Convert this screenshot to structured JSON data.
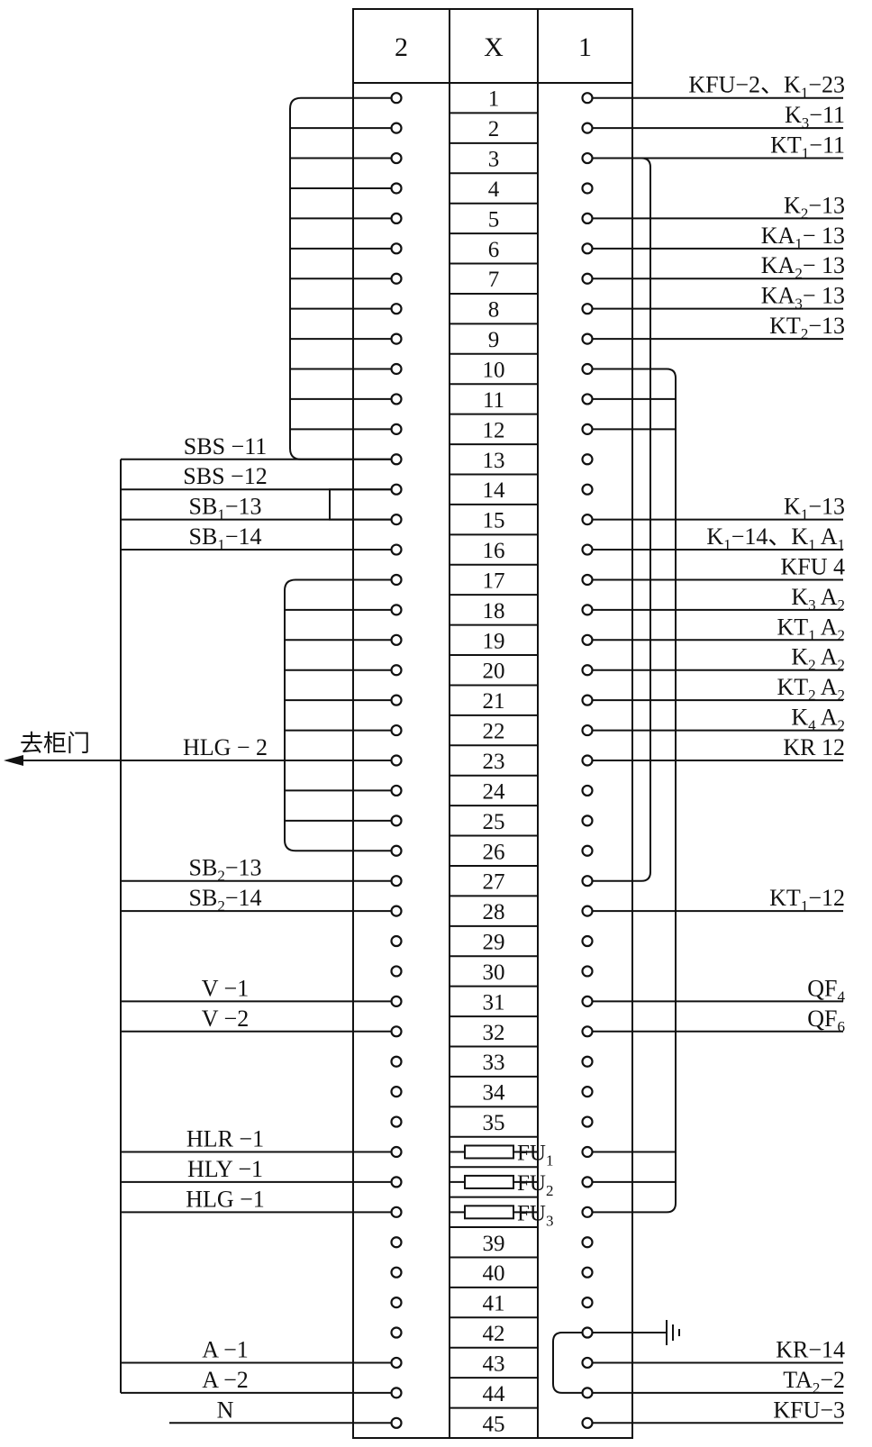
{
  "header": {
    "left": "2",
    "middle": "X",
    "right": "1"
  },
  "rows": [
    {
      "n": "1"
    },
    {
      "n": "2"
    },
    {
      "n": "3"
    },
    {
      "n": "4"
    },
    {
      "n": "5"
    },
    {
      "n": "6"
    },
    {
      "n": "7"
    },
    {
      "n": "8"
    },
    {
      "n": "9"
    },
    {
      "n": "10"
    },
    {
      "n": "11"
    },
    {
      "n": "12"
    },
    {
      "n": "13"
    },
    {
      "n": "14"
    },
    {
      "n": "15"
    },
    {
      "n": "16"
    },
    {
      "n": "17"
    },
    {
      "n": "18"
    },
    {
      "n": "19"
    },
    {
      "n": "20"
    },
    {
      "n": "21"
    },
    {
      "n": "22"
    },
    {
      "n": "23"
    },
    {
      "n": "24"
    },
    {
      "n": "25"
    },
    {
      "n": "26"
    },
    {
      "n": "27"
    },
    {
      "n": "28"
    },
    {
      "n": "29"
    },
    {
      "n": "30"
    },
    {
      "n": "31"
    },
    {
      "n": "32"
    },
    {
      "n": "33"
    },
    {
      "n": "34"
    },
    {
      "n": "35"
    },
    {
      "n": "FU",
      "sub": "1",
      "fuse": true
    },
    {
      "n": "FU",
      "sub": "2",
      "fuse": true
    },
    {
      "n": "FU",
      "sub": "3",
      "fuse": true
    },
    {
      "n": "39"
    },
    {
      "n": "40"
    },
    {
      "n": "41"
    },
    {
      "n": "42"
    },
    {
      "n": "43"
    },
    {
      "n": "44"
    },
    {
      "n": "45"
    }
  ],
  "right_labels": [
    {
      "row": 1,
      "parts": [
        [
          "KFU−2、K",
          ""
        ],
        [
          "1",
          "sub"
        ],
        [
          "−23",
          ""
        ]
      ]
    },
    {
      "row": 2,
      "parts": [
        [
          "K",
          ""
        ],
        [
          "3",
          "sub"
        ],
        [
          "−11",
          ""
        ]
      ]
    },
    {
      "row": 3,
      "parts": [
        [
          "KT",
          ""
        ],
        [
          "1",
          "sub"
        ],
        [
          "−11",
          ""
        ]
      ]
    },
    {
      "row": 5,
      "parts": [
        [
          "K",
          ""
        ],
        [
          "2",
          "sub"
        ],
        [
          "−13",
          ""
        ]
      ]
    },
    {
      "row": 6,
      "parts": [
        [
          "KA",
          ""
        ],
        [
          "1",
          "sub"
        ],
        [
          "− 13",
          ""
        ]
      ]
    },
    {
      "row": 7,
      "parts": [
        [
          "KA",
          ""
        ],
        [
          "2",
          "sub"
        ],
        [
          "− 13",
          ""
        ]
      ]
    },
    {
      "row": 8,
      "parts": [
        [
          "KA",
          ""
        ],
        [
          "3",
          "sub"
        ],
        [
          "− 13",
          ""
        ]
      ]
    },
    {
      "row": 9,
      "parts": [
        [
          "KT",
          ""
        ],
        [
          "2",
          "sub"
        ],
        [
          "−13",
          ""
        ]
      ]
    },
    {
      "row": 15,
      "parts": [
        [
          "K",
          ""
        ],
        [
          "1",
          "sub"
        ],
        [
          "−13",
          ""
        ]
      ]
    },
    {
      "row": 16,
      "parts": [
        [
          "K",
          ""
        ],
        [
          "1",
          "sub"
        ],
        [
          "−14、K",
          ""
        ],
        [
          "1",
          "sub"
        ],
        [
          "  A",
          ""
        ],
        [
          "1",
          "sub"
        ]
      ]
    },
    {
      "row": 17,
      "parts": [
        [
          "KFU   4",
          ""
        ]
      ]
    },
    {
      "row": 18,
      "parts": [
        [
          "K",
          ""
        ],
        [
          "3",
          "sub"
        ],
        [
          "   A",
          ""
        ],
        [
          "2",
          "sub"
        ]
      ]
    },
    {
      "row": 19,
      "parts": [
        [
          "KT",
          ""
        ],
        [
          "1",
          "sub"
        ],
        [
          "   A",
          ""
        ],
        [
          "2",
          "sub"
        ]
      ]
    },
    {
      "row": 20,
      "parts": [
        [
          "K",
          ""
        ],
        [
          "2",
          "sub"
        ],
        [
          "   A",
          ""
        ],
        [
          "2",
          "sub"
        ]
      ]
    },
    {
      "row": 21,
      "parts": [
        [
          "KT",
          ""
        ],
        [
          "2",
          "sub"
        ],
        [
          "   A",
          ""
        ],
        [
          "2",
          "sub"
        ]
      ]
    },
    {
      "row": 22,
      "parts": [
        [
          "K",
          ""
        ],
        [
          "4",
          "sub"
        ],
        [
          "   A",
          ""
        ],
        [
          "2",
          "sub"
        ]
      ]
    },
    {
      "row": 23,
      "parts": [
        [
          "KR   12",
          ""
        ]
      ]
    },
    {
      "row": 28,
      "parts": [
        [
          "KT",
          ""
        ],
        [
          "1",
          "sub"
        ],
        [
          "−12",
          ""
        ]
      ]
    },
    {
      "row": 31,
      "parts": [
        [
          "QF",
          ""
        ],
        [
          "4",
          "sub"
        ]
      ]
    },
    {
      "row": 32,
      "parts": [
        [
          "QF",
          ""
        ],
        [
          "6",
          "sub"
        ]
      ]
    },
    {
      "row": 43,
      "parts": [
        [
          "KR−14",
          ""
        ]
      ]
    },
    {
      "row": 44,
      "parts": [
        [
          "TA",
          ""
        ],
        [
          "2",
          "sub"
        ],
        [
          "−2",
          ""
        ]
      ]
    },
    {
      "row": 45,
      "parts": [
        [
          "KFU−3",
          ""
        ]
      ]
    }
  ],
  "left_labels": [
    {
      "row": 13,
      "parts": [
        [
          "SBS −11",
          ""
        ]
      ]
    },
    {
      "row": 14,
      "parts": [
        [
          "SBS −12",
          ""
        ]
      ]
    },
    {
      "row": 15,
      "parts": [
        [
          "SB",
          ""
        ],
        [
          "1",
          "sub"
        ],
        [
          "−13",
          ""
        ]
      ]
    },
    {
      "row": 16,
      "parts": [
        [
          "SB",
          ""
        ],
        [
          "1",
          "sub"
        ],
        [
          "−14",
          ""
        ]
      ]
    },
    {
      "row": 23,
      "parts": [
        [
          "HLG − 2",
          ""
        ]
      ]
    },
    {
      "row": 27,
      "parts": [
        [
          "SB",
          ""
        ],
        [
          "2",
          "sub"
        ],
        [
          "−13",
          ""
        ]
      ]
    },
    {
      "row": 28,
      "parts": [
        [
          "SB",
          ""
        ],
        [
          "2",
          "sub"
        ],
        [
          "−14",
          ""
        ]
      ]
    },
    {
      "row": 31,
      "parts": [
        [
          "V −1",
          ""
        ]
      ]
    },
    {
      "row": 32,
      "parts": [
        [
          "V −2",
          ""
        ]
      ]
    },
    {
      "row": 36,
      "parts": [
        [
          "HLR −1",
          ""
        ]
      ]
    },
    {
      "row": 37,
      "parts": [
        [
          "HLY −1",
          ""
        ]
      ]
    },
    {
      "row": 38,
      "parts": [
        [
          "HLG −1",
          ""
        ]
      ]
    },
    {
      "row": 43,
      "parts": [
        [
          "A −1",
          ""
        ]
      ]
    },
    {
      "row": 44,
      "parts": [
        [
          "A −2",
          ""
        ]
      ]
    },
    {
      "row": 45,
      "parts": [
        [
          "N",
          ""
        ]
      ]
    }
  ],
  "arrow_label": "去柜门"
}
